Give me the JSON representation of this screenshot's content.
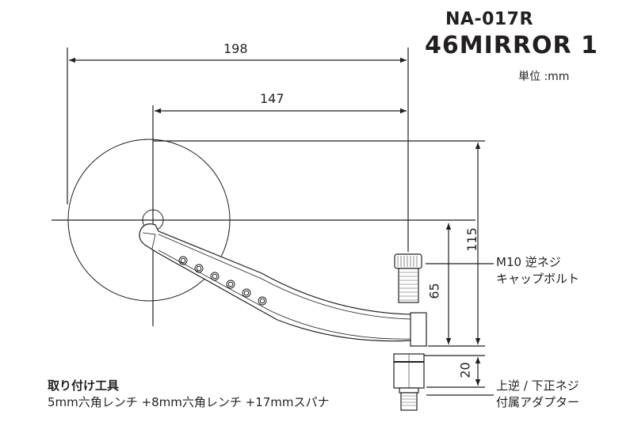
{
  "header": {
    "model_code": "NA-017R",
    "model_name": "46MIRROR 1",
    "unit_label": "単位 :mm"
  },
  "dimensions": {
    "overall_width": "198",
    "arm_reach": "147",
    "overall_height": "115",
    "mount_height": "65",
    "adapter_height": "20"
  },
  "callouts": {
    "bolt": [
      "M10 逆ネジ",
      "キャップボルト"
    ],
    "adapter": [
      "上逆 / 下正ネジ",
      "付属アダプター"
    ]
  },
  "tools": {
    "title": "取り付け工具",
    "list": "5mm六角レンチ +8mm六角レンチ +17mmスパナ"
  },
  "colors": {
    "line": "#231f20",
    "background": "#ffffff"
  }
}
